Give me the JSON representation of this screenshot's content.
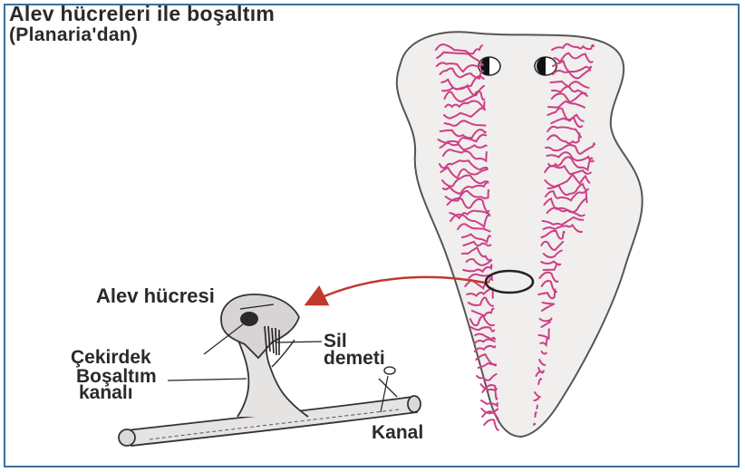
{
  "title": {
    "line1": "Alev hücreleri ile boşaltım",
    "line2": "(Planaria'dan)"
  },
  "labels": {
    "flame_cell": "Alev hücresi",
    "nucleus": "Çekirdek",
    "cilia_bundle_1": "Sil",
    "cilia_bundle_2": "demeti",
    "excretory_canal_1": "Boşaltım",
    "excretory_canal_2": "kanalı",
    "canal": "Kanal"
  },
  "colors": {
    "frame": "#3a6f9a",
    "network": "#cc3f86",
    "arrow": "#c0392b",
    "body_fill": "#f1eeee",
    "text": "#2a2a2a"
  }
}
